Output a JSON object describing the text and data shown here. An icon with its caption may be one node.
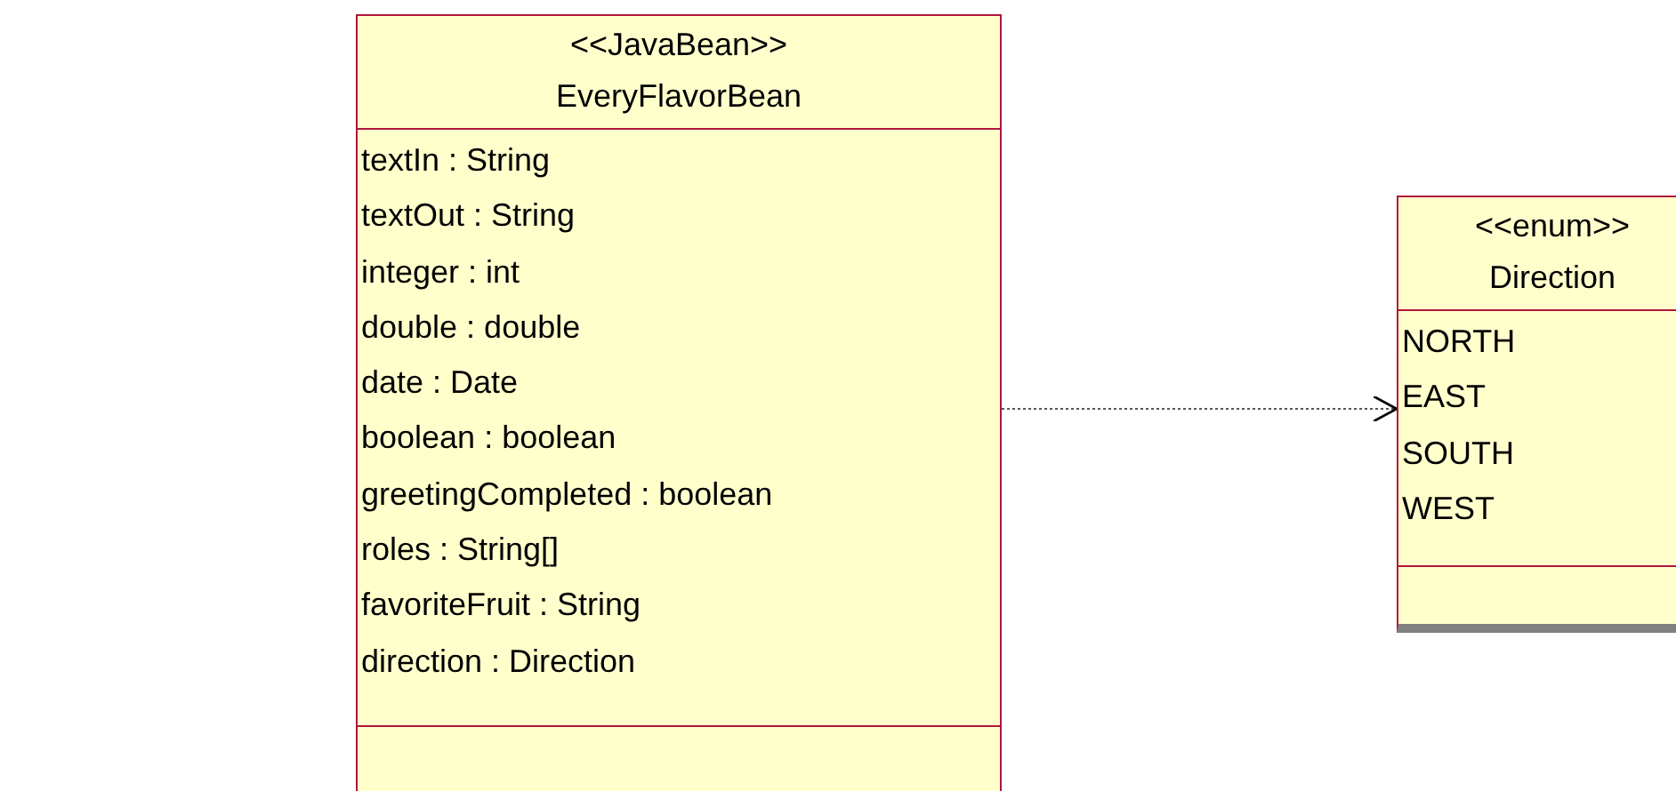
{
  "diagram": {
    "nodes": [
      {
        "text": [
          "<<JavaBean>>",
          "EveryFlavorBean",
          "textIn : String",
          "textOut : String",
          "integer : int",
          "double : double",
          "date : Date",
          "boolean : boolean",
          "greetingCompleted : boolean",
          "roles : String[]",
          "favoriteFruit : String",
          "direction : Direction"
        ]
      },
      {
        "text": [
          "<<enum>>",
          "Direction",
          "NORTH",
          "EAST",
          "SOUTH",
          "WEST"
        ]
      }
    ],
    "edges": [
      {
        "from": 0,
        "to": 1,
        "arrow": "to",
        "style": "dashed"
      }
    ]
  }
}
